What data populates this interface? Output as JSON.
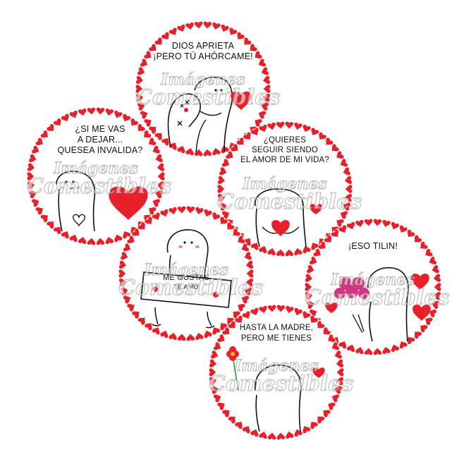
{
  "colors": {
    "heart": "#e8202a",
    "ink": "#111111",
    "blush": "#f08a8a",
    "rose": "#d63384"
  },
  "watermark": {
    "line1": "Imágenes",
    "line2": "Comestibles"
  },
  "stickers": [
    {
      "id": "dios-aprieta",
      "lines": [
        "DIOS APRIETA",
        "¡PERO TÚ AHÓRCAME!"
      ]
    },
    {
      "id": "si-me-vas",
      "lines": [
        "¿SI ME VAS",
        "A DEJAR...",
        "QUESEA INVALIDA?"
      ]
    },
    {
      "id": "quieres-seguir",
      "lines": [
        "¿QUIERES",
        "SEGUIR SIENDO",
        "EL AMOR DE MI VIDA?"
      ]
    },
    {
      "id": "me-gustas",
      "lines": [
        "ME GUSTAS",
        "TE AMO"
      ]
    },
    {
      "id": "eso-tilin",
      "lines": [
        "¡ESO TILIN!"
      ]
    },
    {
      "id": "hasta-la-madre",
      "lines": [
        "HASTA LA MADRE,",
        "PERO ME TIENES"
      ]
    }
  ]
}
